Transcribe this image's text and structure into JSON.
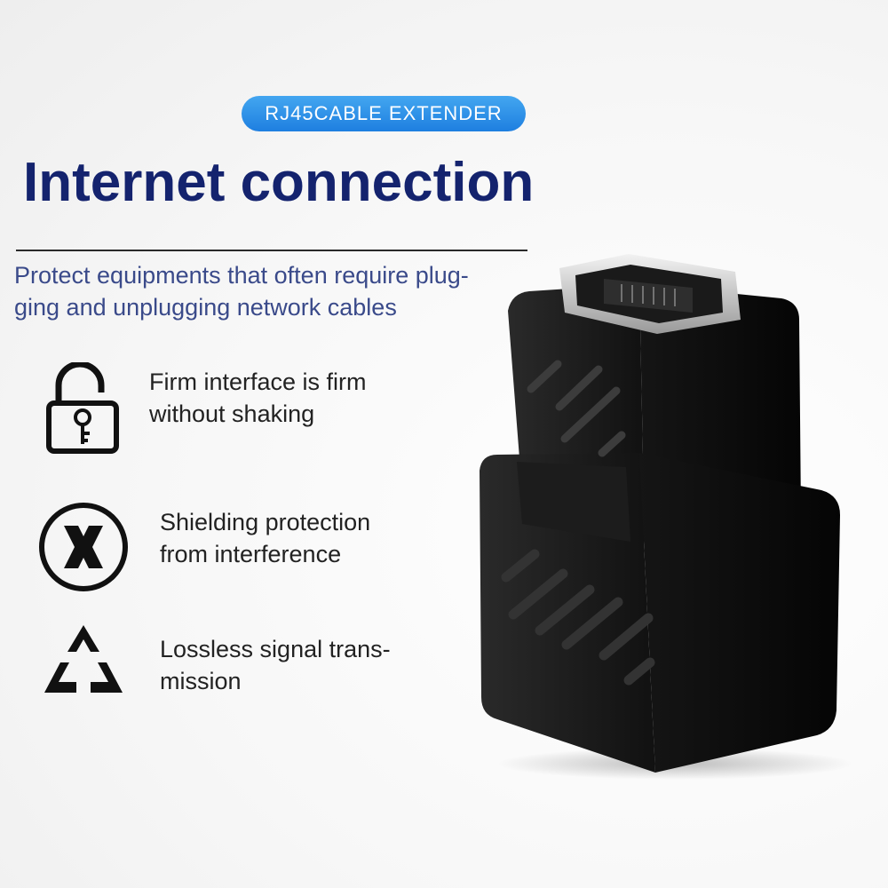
{
  "badge": {
    "text": "RJ45CABLE EXTENDER",
    "color": "#2e90e8"
  },
  "title": {
    "text": "Internet connection",
    "color": "#14236e"
  },
  "subtitle": {
    "lines": [
      "Protect equipments that often require plug-",
      "ging and unplugging network cables"
    ]
  },
  "features": [
    {
      "icon": "padlock-key-icon",
      "lines": [
        "Firm interface is firm",
        "without shaking"
      ]
    },
    {
      "icon": "shield-x-icon",
      "lines": [
        "Shielding protection",
        "from interference"
      ]
    },
    {
      "icon": "recycle-triangle-icon",
      "lines": [
        "Lossless signal trans-",
        "mission"
      ]
    }
  ],
  "product": {
    "name": "rj45-splitter-adapter"
  }
}
